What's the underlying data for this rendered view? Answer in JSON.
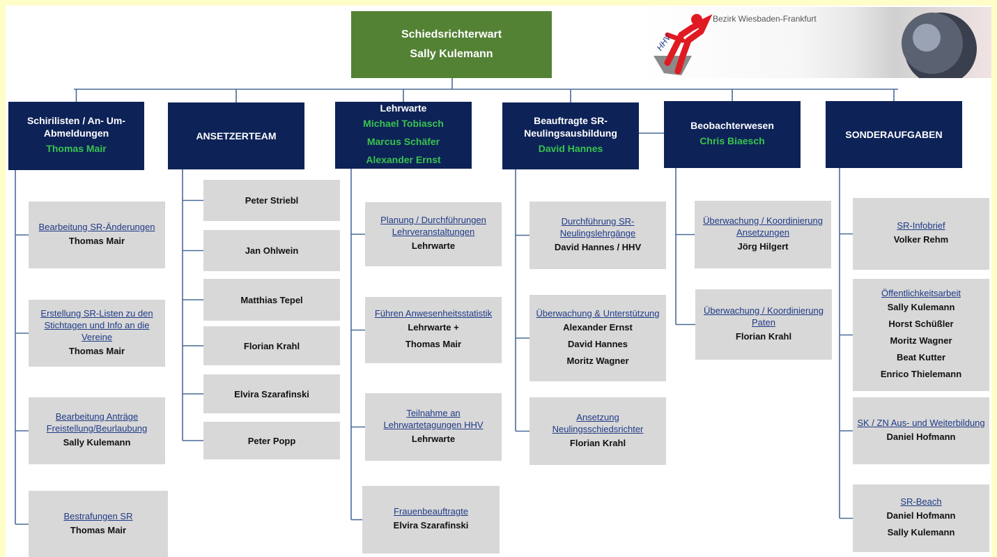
{
  "top": {
    "title": "Schiedsrichterwart",
    "name": "Sally Kulemann"
  },
  "logo": {
    "caption": "Bezirk Wiesbaden-Frankfurt",
    "mark": "HHV"
  },
  "columns": [
    {
      "header": {
        "title": "Schirilisten / An- Um- Abmeldungen",
        "names": [
          "Thomas Mair"
        ]
      },
      "items": [
        {
          "link": "Bearbeitung SR-Änderungen",
          "names": [
            "Thomas Mair"
          ]
        },
        {
          "link": "Erstellung SR-Listen zu den Stichtagen und Info an die Vereine",
          "names": [
            "Thomas Mair"
          ]
        },
        {
          "link": "Bearbeitung Anträge Freistellung/Beurlaubung",
          "names": [
            "Sally Kulemann"
          ]
        },
        {
          "link": "Bestrafungen SR",
          "names": [
            "Thomas Mair"
          ]
        }
      ]
    },
    {
      "header": {
        "title": "ANSETZERTEAM",
        "names": []
      },
      "items": [
        {
          "link": "",
          "names": [
            "Peter Striebl"
          ]
        },
        {
          "link": "",
          "names": [
            "Jan Ohlwein"
          ]
        },
        {
          "link": "",
          "names": [
            "Matthias Tepel"
          ]
        },
        {
          "link": "",
          "names": [
            "Florian Krahl"
          ]
        },
        {
          "link": "",
          "names": [
            "Elvira Szarafinski"
          ]
        },
        {
          "link": "",
          "names": [
            "Peter Popp"
          ]
        }
      ]
    },
    {
      "header": {
        "title": "Lehrwarte",
        "names": [
          "Michael Tobiasch",
          "Marcus Schäfer",
          "Alexander Ernst"
        ]
      },
      "items": [
        {
          "link": "Planung / Durchführungen Lehrveranstaltungen",
          "names": [
            "Lehrwarte"
          ]
        },
        {
          "link": "Führen Anwesenheitsstatistik",
          "names": [
            "Lehrwarte +",
            "Thomas Mair"
          ]
        },
        {
          "link": "Teilnahme an Lehrwartetagungen HHV",
          "names": [
            "Lehrwarte"
          ]
        },
        {
          "link": "Frauenbeauftragte",
          "names": [
            "Elvira Szarafinski"
          ]
        }
      ]
    },
    {
      "header": {
        "title": "Beauftragte SR-Neulingsausbildung",
        "names": [
          "David Hannes"
        ]
      },
      "items": [
        {
          "link": "Durchführung SR-Neulingslehrgänge",
          "names": [
            "David Hannes / HHV"
          ]
        },
        {
          "link": "Überwachung & Unterstützung",
          "names": [
            "Alexander Ernst",
            "David Hannes",
            "Moritz Wagner"
          ]
        },
        {
          "link": "Ansetzung Neulingsschiedsrichter",
          "names": [
            "Florian Krahl"
          ]
        }
      ]
    },
    {
      "header": {
        "title": "Beobachterwesen",
        "names": [
          "Chris Biaesch"
        ]
      },
      "items": [
        {
          "link": "Überwachung / Koordinierung Ansetzungen",
          "names": [
            "Jörg Hilgert"
          ]
        },
        {
          "link": "Überwachung / Koordinierung Paten",
          "names": [
            "Florian Krahl"
          ]
        }
      ]
    },
    {
      "header": {
        "title": "SONDERAUFGABEN",
        "names": []
      },
      "items": [
        {
          "link": "SR-Infobrief",
          "names": [
            "Volker Rehm"
          ]
        },
        {
          "link": "Öffentlichkeitsarbeit",
          "names": [
            "Sally Kulemann",
            "Horst Schüßler",
            "Moritz Wagner",
            "Beat Kutter",
            "Enrico Thielemann"
          ]
        },
        {
          "link": "SK / ZN Aus- und Weiterbildung",
          "names": [
            "Daniel Hofmann"
          ]
        },
        {
          "link": "SR-Beach",
          "names": [
            "Daniel Hofmann",
            "Sally Kulemann"
          ]
        }
      ]
    }
  ],
  "colors": {
    "top": "#548235",
    "header": "#0d2257",
    "header_name": "#39c34f",
    "item": "#d8d8d8",
    "link": "#1f3a86",
    "line": "#4a6a99"
  }
}
